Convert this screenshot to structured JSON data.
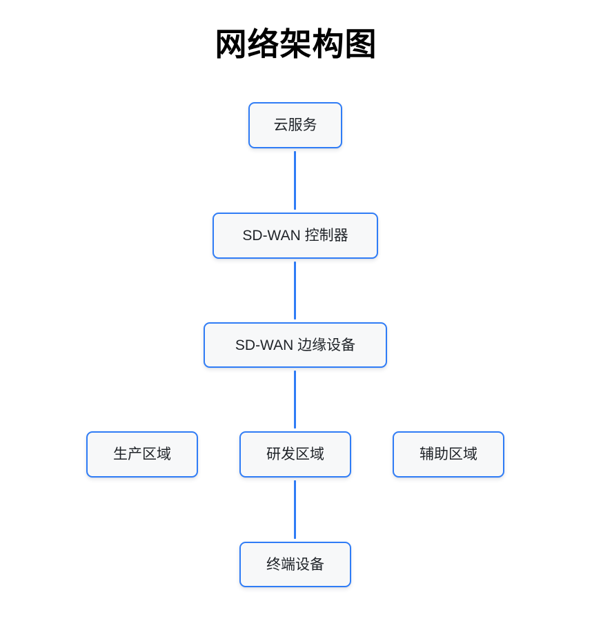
{
  "page": {
    "title": "网络架构图",
    "background_color": "#ffffff"
  },
  "theme": {
    "node_border_color": "#2f7cf6",
    "node_fill_color": "#f7f8f9",
    "node_text_color": "#1f2328",
    "connector_color": "#2f7cf6",
    "title_color": "#000000"
  },
  "chart_data": {
    "type": "diagram",
    "title": "网络架构图",
    "orientation": "top-down",
    "nodes": [
      {
        "id": "cloud",
        "label": "云服务",
        "level": 0
      },
      {
        "id": "controller",
        "label": "SD-WAN 控制器",
        "level": 1
      },
      {
        "id": "edge",
        "label": "SD-WAN 边缘设备",
        "level": 2
      },
      {
        "id": "zone_prod",
        "label": "生产区域",
        "level": 3
      },
      {
        "id": "zone_rnd",
        "label": "研发区域",
        "level": 3
      },
      {
        "id": "zone_aux",
        "label": "辅助区域",
        "level": 3
      },
      {
        "id": "terminal",
        "label": "终端设备",
        "level": 4
      }
    ],
    "edges": [
      {
        "from": "cloud",
        "to": "controller",
        "style": "solid",
        "arrow": false
      },
      {
        "from": "controller",
        "to": "edge",
        "style": "solid",
        "arrow": false
      },
      {
        "from": "edge",
        "to": "zone_rnd",
        "style": "solid",
        "arrow": false
      },
      {
        "from": "zone_rnd",
        "to": "terminal",
        "style": "solid",
        "arrow": false
      }
    ]
  }
}
